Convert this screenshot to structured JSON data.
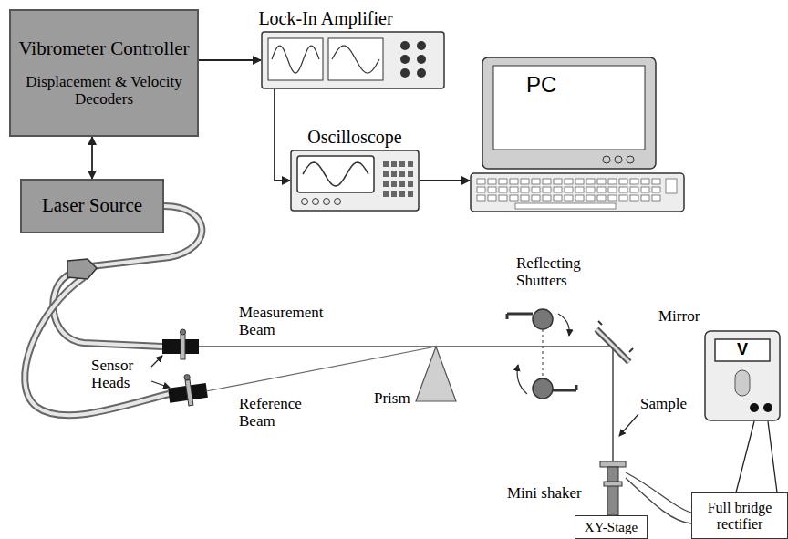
{
  "diagram": {
    "nodes": [
      {
        "text": [
          "Vibrometer Controller",
          "Displacement & Velocity Decoders"
        ]
      },
      {
        "text": [
          "Lock-In Amplifier"
        ]
      },
      {
        "text": [
          "PC"
        ]
      },
      {
        "text": [
          "Oscilloscope"
        ]
      },
      {
        "text": [
          "Laser Source"
        ]
      },
      {
        "text": [
          "V"
        ]
      },
      {
        "text": [
          "Full bridge rectifier"
        ]
      },
      {
        "text": [
          "XY-Stage"
        ]
      }
    ],
    "edges": [
      {
        "from": 0,
        "to": 1,
        "arrow": "to"
      },
      {
        "from": 0,
        "to": 4,
        "arrow": "both"
      },
      {
        "from": 1,
        "to": 3,
        "arrow": "to"
      },
      {
        "from": 3,
        "to": 2,
        "arrow": "to"
      },
      {
        "from": 5,
        "to": 6,
        "arrow": "none"
      }
    ],
    "labels": [
      "Sensor Heads",
      "Measurement Beam",
      "Reference Beam",
      "Prism",
      "Reflecting Shutters",
      "Mirror",
      "Sample",
      "Mini shaker"
    ]
  }
}
